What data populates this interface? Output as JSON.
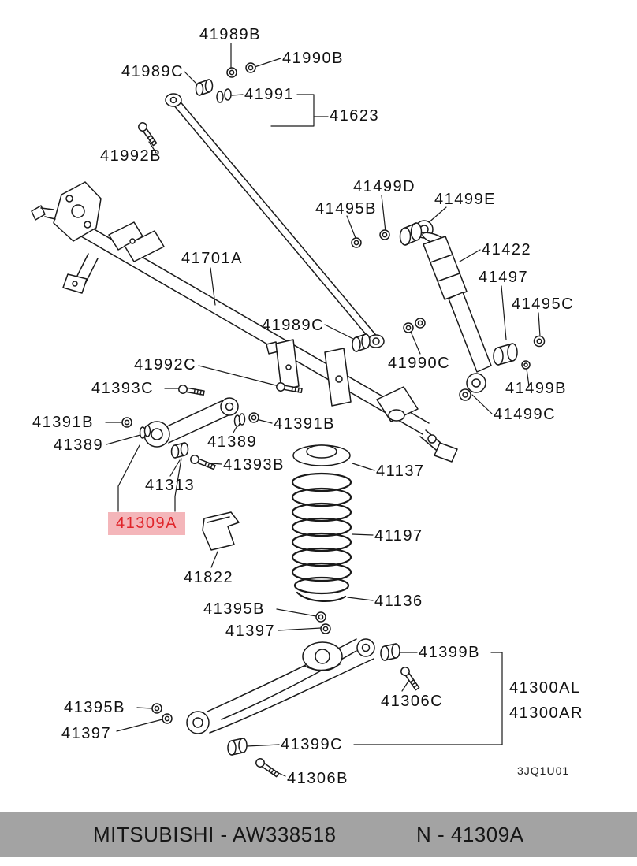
{
  "labels": [
    "41989B",
    "41990B",
    "41989C",
    "41991",
    "41623",
    "41992B",
    "41499D",
    "41495B",
    "41499E",
    "41701A",
    "41422",
    "41497",
    "41495C",
    "41989C",
    "41990C",
    "41992C",
    "41393C",
    "41499B",
    "41499C",
    "41391B",
    "41391B",
    "41389",
    "41389",
    "41393B",
    "41137",
    "41313",
    "41197",
    "41822",
    "41136",
    "41395B",
    "41397",
    "41399B",
    "41300AL",
    "41300AR",
    "41306C",
    "41395B",
    "41397",
    "41399C",
    "41306B"
  ],
  "highlight": {
    "text": "41309A",
    "text_color": "#e0252b",
    "bg_color": "#f4b6ba"
  },
  "drawing_code": "3JQ1U01",
  "footer": {
    "left": "MITSUBISHI - AW338518",
    "right": "N - 41309A",
    "bg_color": "#a3a3a3"
  }
}
